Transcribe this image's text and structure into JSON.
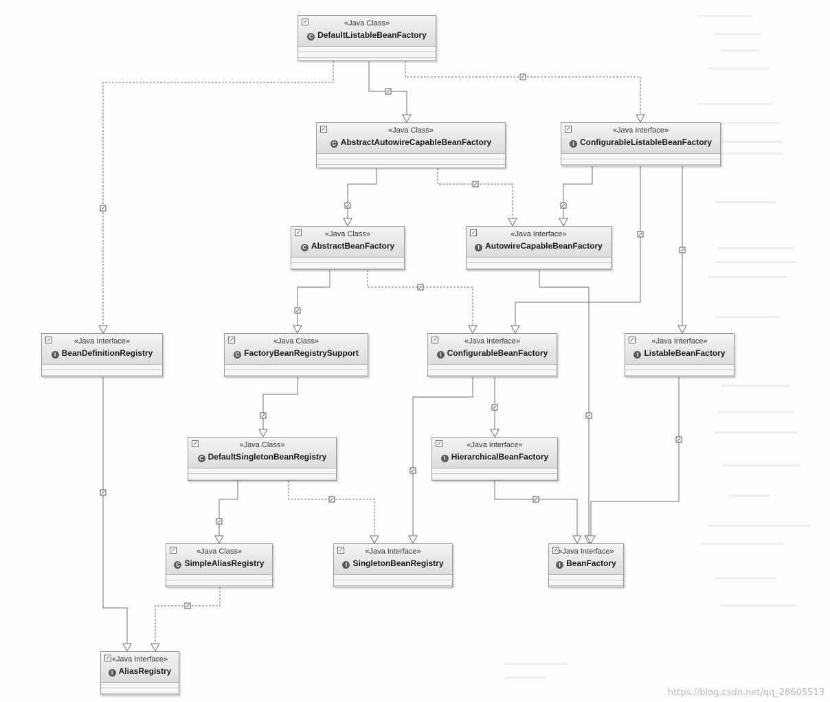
{
  "diagram": {
    "nodes": [
      {
        "id": "DefaultListableBeanFactory",
        "stereotype": "«Java Class»",
        "name": "DefaultListableBeanFactory",
        "kind": "class"
      },
      {
        "id": "AbstractAutowireCapableBeanFactory",
        "stereotype": "«Java Class»",
        "name": "AbstractAutowireCapableBeanFactory",
        "kind": "class"
      },
      {
        "id": "ConfigurableListableBeanFactory",
        "stereotype": "«Java Interface»",
        "name": "ConfigurableListableBeanFactory",
        "kind": "interface"
      },
      {
        "id": "AbstractBeanFactory",
        "stereotype": "«Java Class»",
        "name": "AbstractBeanFactory",
        "kind": "class"
      },
      {
        "id": "AutowireCapableBeanFactory",
        "stereotype": "«Java Interface»",
        "name": "AutowireCapableBeanFactory",
        "kind": "interface"
      },
      {
        "id": "BeanDefinitionRegistry",
        "stereotype": "«Java Interface»",
        "name": "BeanDefinitionRegistry",
        "kind": "interface"
      },
      {
        "id": "FactoryBeanRegistrySupport",
        "stereotype": "«Java Class»",
        "name": "FactoryBeanRegistrySupport",
        "kind": "class"
      },
      {
        "id": "ConfigurableBeanFactory",
        "stereotype": "«Java Interface»",
        "name": "ConfigurableBeanFactory",
        "kind": "interface"
      },
      {
        "id": "ListableBeanFactory",
        "stereotype": "«Java Interface»",
        "name": "ListableBeanFactory",
        "kind": "interface"
      },
      {
        "id": "DefaultSingletonBeanRegistry",
        "stereotype": "«Java Class»",
        "name": "DefaultSingletonBeanRegistry",
        "kind": "class"
      },
      {
        "id": "HierarchicalBeanFactory",
        "stereotype": "«Java Interface»",
        "name": "HierarchicalBeanFactory",
        "kind": "interface"
      },
      {
        "id": "SimpleAliasRegistry",
        "stereotype": "«Java Class»",
        "name": "SimpleAliasRegistry",
        "kind": "class"
      },
      {
        "id": "SingletonBeanRegistry",
        "stereotype": "«Java Interface»",
        "name": "SingletonBeanRegistry",
        "kind": "interface"
      },
      {
        "id": "BeanFactory",
        "stereotype": "«Java Interface»",
        "name": "BeanFactory",
        "kind": "interface"
      },
      {
        "id": "AliasRegistry",
        "stereotype": "«Java Interface»",
        "name": "AliasRegistry",
        "kind": "interface"
      }
    ],
    "edges": [
      {
        "from": "DefaultListableBeanFactory",
        "to": "AbstractAutowireCapableBeanFactory",
        "type": "extends"
      },
      {
        "from": "DefaultListableBeanFactory",
        "to": "BeanDefinitionRegistry",
        "type": "implements"
      },
      {
        "from": "DefaultListableBeanFactory",
        "to": "ConfigurableListableBeanFactory",
        "type": "implements"
      },
      {
        "from": "AbstractAutowireCapableBeanFactory",
        "to": "AbstractBeanFactory",
        "type": "extends"
      },
      {
        "from": "AbstractAutowireCapableBeanFactory",
        "to": "AutowireCapableBeanFactory",
        "type": "implements"
      },
      {
        "from": "ConfigurableListableBeanFactory",
        "to": "AutowireCapableBeanFactory",
        "type": "extends"
      },
      {
        "from": "ConfigurableListableBeanFactory",
        "to": "ConfigurableBeanFactory",
        "type": "extends"
      },
      {
        "from": "ConfigurableListableBeanFactory",
        "to": "ListableBeanFactory",
        "type": "extends"
      },
      {
        "from": "AbstractBeanFactory",
        "to": "FactoryBeanRegistrySupport",
        "type": "extends"
      },
      {
        "from": "AbstractBeanFactory",
        "to": "ConfigurableBeanFactory",
        "type": "implements"
      },
      {
        "from": "AutowireCapableBeanFactory",
        "to": "BeanFactory",
        "type": "extends"
      },
      {
        "from": "FactoryBeanRegistrySupport",
        "to": "DefaultSingletonBeanRegistry",
        "type": "extends"
      },
      {
        "from": "ConfigurableBeanFactory",
        "to": "HierarchicalBeanFactory",
        "type": "extends"
      },
      {
        "from": "ConfigurableBeanFactory",
        "to": "SingletonBeanRegistry",
        "type": "extends"
      },
      {
        "from": "ListableBeanFactory",
        "to": "BeanFactory",
        "type": "extends"
      },
      {
        "from": "DefaultSingletonBeanRegistry",
        "to": "SimpleAliasRegistry",
        "type": "extends"
      },
      {
        "from": "DefaultSingletonBeanRegistry",
        "to": "SingletonBeanRegistry",
        "type": "implements"
      },
      {
        "from": "HierarchicalBeanFactory",
        "to": "BeanFactory",
        "type": "extends"
      },
      {
        "from": "BeanDefinitionRegistry",
        "to": "AliasRegistry",
        "type": "extends"
      },
      {
        "from": "SimpleAliasRegistry",
        "to": "AliasRegistry",
        "type": "implements"
      }
    ]
  },
  "watermark": "https://blog.csdn.net/qq_28605513"
}
